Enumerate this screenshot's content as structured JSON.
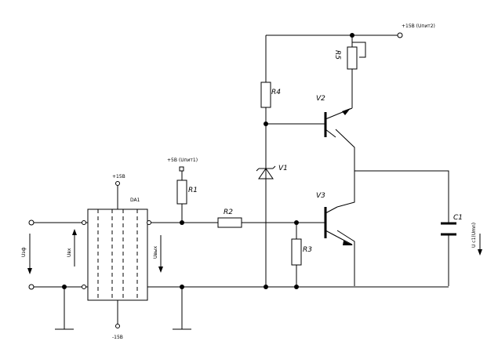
{
  "labels": {
    "supply_top": "+15В (Uпит2)",
    "supply_mid": "+5В (Uпит1)",
    "opamp_pos": "+15В",
    "opamp_neg": "-15В",
    "opamp": "DA1",
    "r1": "R1",
    "r2": "R2",
    "r3": "R3",
    "r4": "R4",
    "r5": "R5",
    "v1": "V1",
    "v2": "V2",
    "v3": "V3",
    "c1": "C1",
    "u_in": "Uвх",
    "u_out": "Uвых",
    "u_ef": "Uэф",
    "u_c1": "U c1(Umn)"
  }
}
